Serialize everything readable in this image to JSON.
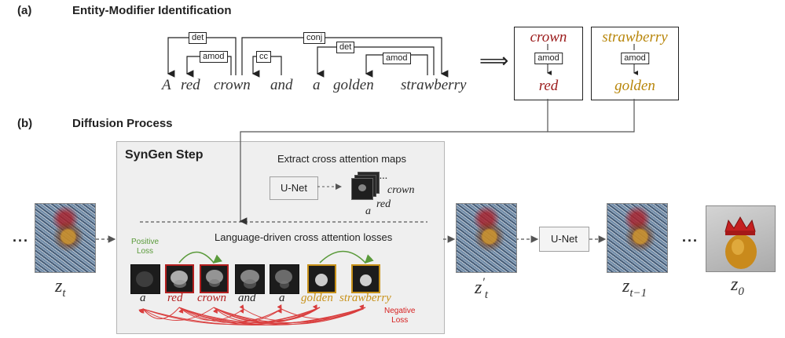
{
  "section_a": {
    "letter": "(a)",
    "title": "Entity-Modifier Identification",
    "sentence": [
      "A",
      "red",
      "crown",
      "and",
      "a",
      "golden",
      "strawberry"
    ],
    "arcs": [
      "det",
      "amod",
      "cc",
      "conj",
      "det",
      "amod"
    ],
    "implies": "⟹",
    "pairs": [
      {
        "entity": "crown",
        "relation": "amod",
        "modifier": "red",
        "color": "#9b1b1b"
      },
      {
        "entity": "strawberry",
        "relation": "amod",
        "modifier": "golden",
        "color": "#b8860b"
      }
    ]
  },
  "section_b": {
    "letter": "(b)",
    "title": "Diffusion Process"
  },
  "syngen": {
    "title": "SynGen Step",
    "extract_label": "Extract cross attention maps",
    "unet_label": "U-Net",
    "stack_labels": [
      "...",
      "crown",
      "red",
      "a"
    ],
    "losses_label": "Language-driven cross attention losses",
    "positive_loss": [
      "Positive",
      "Loss"
    ],
    "negative_loss": [
      "Negative",
      "Loss"
    ],
    "tokens": [
      {
        "word": "a",
        "color": "#222222",
        "border": "none"
      },
      {
        "word": "red",
        "color": "#b31f1f",
        "border": "red"
      },
      {
        "word": "crown",
        "color": "#b31f1f",
        "border": "red"
      },
      {
        "word": "and",
        "color": "#222222",
        "border": "none"
      },
      {
        "word": "a",
        "color": "#222222",
        "border": "none"
      },
      {
        "word": "golden",
        "color": "#c8921a",
        "border": "gold"
      },
      {
        "word": "strawberry",
        "color": "#c8921a",
        "border": "gold"
      }
    ]
  },
  "pipeline": {
    "ellipsis_left": "...",
    "ellipsis_right": "...",
    "unet_label": "U-Net",
    "z_t": {
      "base": "z",
      "sub": "t"
    },
    "z_t_prime": {
      "base": "z",
      "sup": "′",
      "sub": "t"
    },
    "z_t_minus_1": {
      "base": "z",
      "sub": "t−1"
    },
    "z_0": {
      "base": "z",
      "sub": "0"
    }
  },
  "colors": {
    "entity_red": "#9b1b1b",
    "modifier_gold": "#b8860b",
    "positive_green": "#5a9a3a",
    "negative_red": "#d62020"
  }
}
